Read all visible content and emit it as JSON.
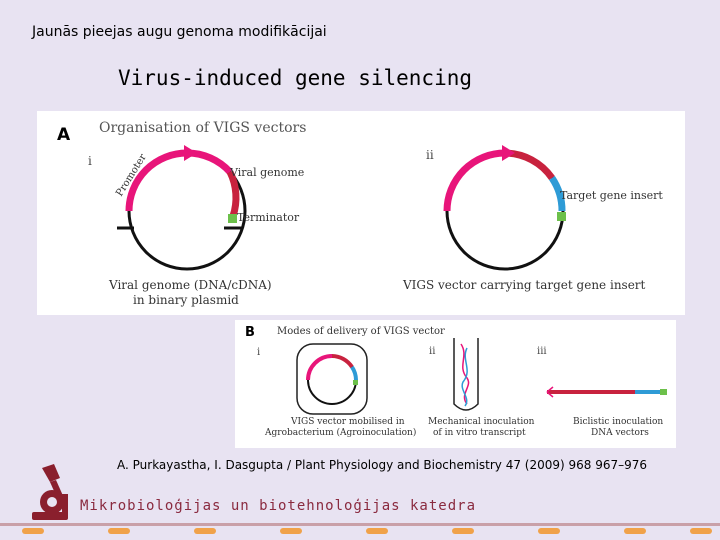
{
  "header": {
    "title": "Jaunās pieejas augu genoma modifikācijai"
  },
  "slide": {
    "title": "Virus-induced gene silencing"
  },
  "panel_a": {
    "letter": "A",
    "heading": "Organisation of VIGS vectors",
    "i": "i",
    "ii": "ii",
    "promoter": "Promoter",
    "viral_genome": "Viral genome",
    "terminator": "Terminator",
    "caption_i_line1": "Viral genome (DNA/cDNA)",
    "caption_i_line2": "in binary plasmid",
    "target_insert": "Target gene insert",
    "caption_ii": "VIGS vector carrying target gene insert"
  },
  "panel_b": {
    "letter": "B",
    "heading": "Modes of delivery of VIGS vector",
    "i": "i",
    "ii": "ii",
    "iii": "iii",
    "caption_i_line1": "VIGS vector mobilised in",
    "caption_i_line2": "Agrobacterium (Agroinoculation)",
    "caption_ii_line1": "Mechanical inoculation",
    "caption_ii_line2": "of in vitro transcript",
    "caption_iii_line1": "Biclistic inoculation",
    "caption_iii_line2": "DNA vectors"
  },
  "citation": "A. Purkayastha, I. Dasgupta / Plant Physiology and Biochemistry 47 (2009) 968 967–976",
  "footer": {
    "department": "Mikrobioloģijas un biotehnoloģijas katedra"
  },
  "icons": {
    "logo": "microscope-logo-icon"
  },
  "colors": {
    "background": "#e8e3f2",
    "promoter": "#e8157a",
    "viral_genome": "#c8223e",
    "terminator": "#6cc04a",
    "insert": "#2e9bd6",
    "logo": "#8a1f2d",
    "footer_dots": "#f0a24a"
  }
}
